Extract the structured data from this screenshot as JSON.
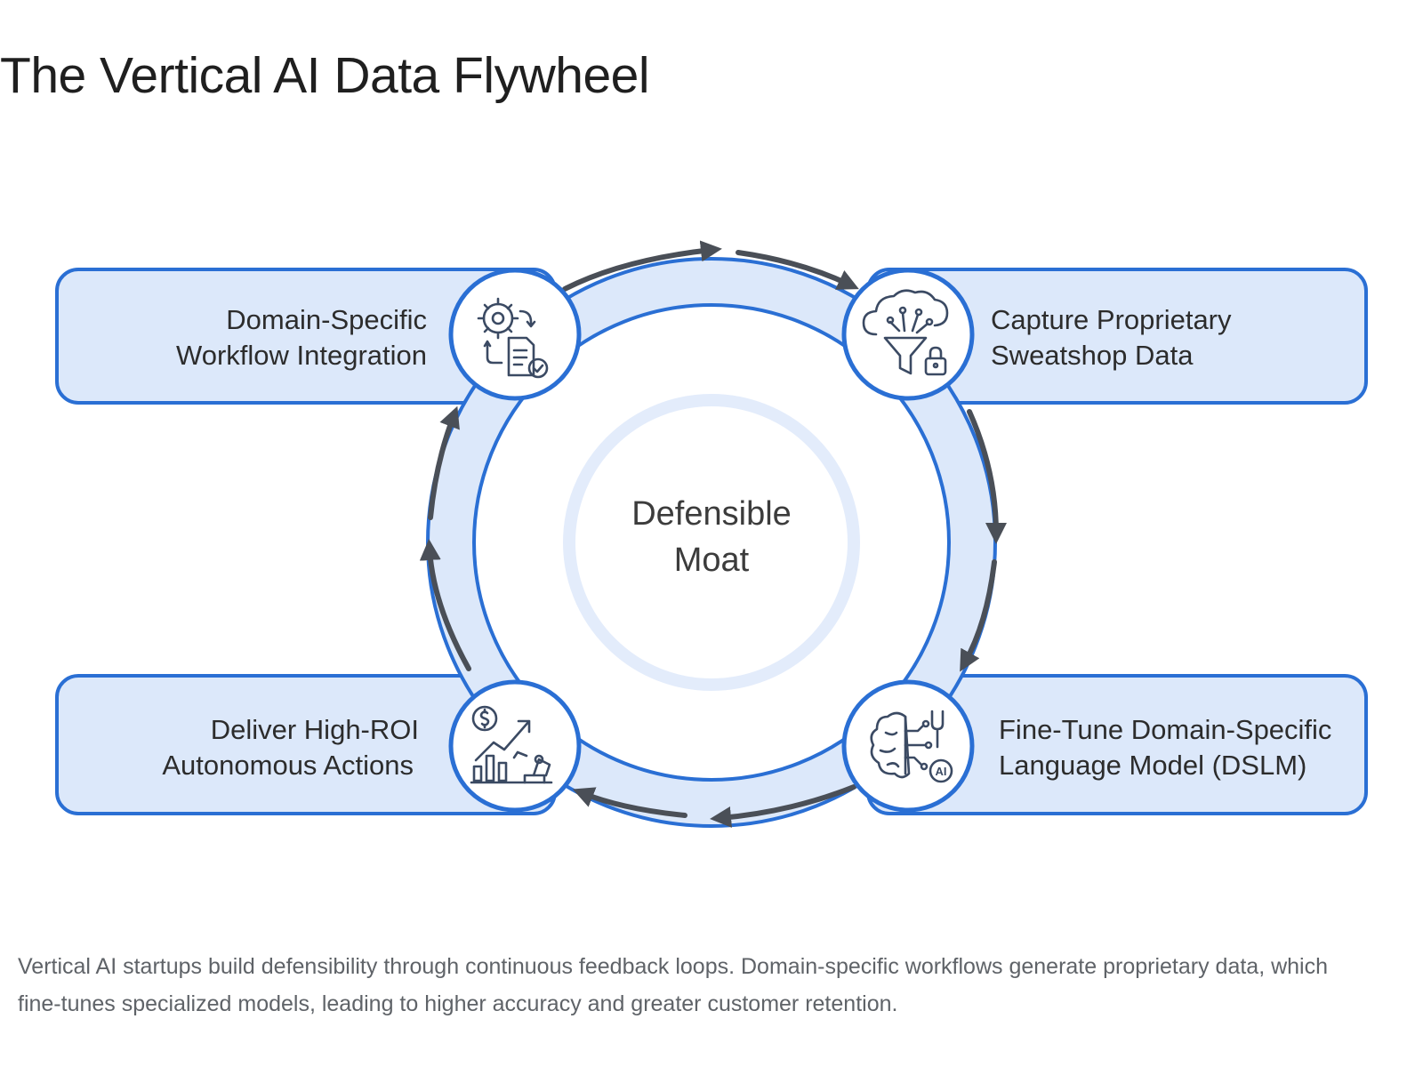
{
  "title": "The Vertical AI Data Flywheel",
  "center": {
    "line1": "Defensible",
    "line2": "Moat"
  },
  "stages": [
    {
      "id": "workflow",
      "line1": "Domain-Specific",
      "line2": "Workflow Integration",
      "icon": "gear-document-check-icon"
    },
    {
      "id": "capture",
      "line1": "Capture Proprietary",
      "line2": "Sweatshop Data",
      "icon": "cloud-funnel-lock-icon"
    },
    {
      "id": "finetune",
      "line1": "Fine-Tune Domain-Specific",
      "line2": "Language Model (DSLM)",
      "icon": "brain-circuit-ai-icon"
    },
    {
      "id": "deliver",
      "line1": "Deliver High-ROI",
      "line2": "Autonomous Actions",
      "icon": "growth-chart-robot-arm-icon"
    }
  ],
  "flow_direction": "clockwise",
  "colors": {
    "stroke": "#2a6fd4",
    "fill": "#dce8fa",
    "arrow": "#4a4f57",
    "inner_ring": "#e3ecfb"
  },
  "caption": "Vertical AI startups build defensibility through continuous feedback loops. Domain-specific workflows generate proprietary data, which fine-tunes specialized models, leading to higher accuracy and greater customer retention."
}
